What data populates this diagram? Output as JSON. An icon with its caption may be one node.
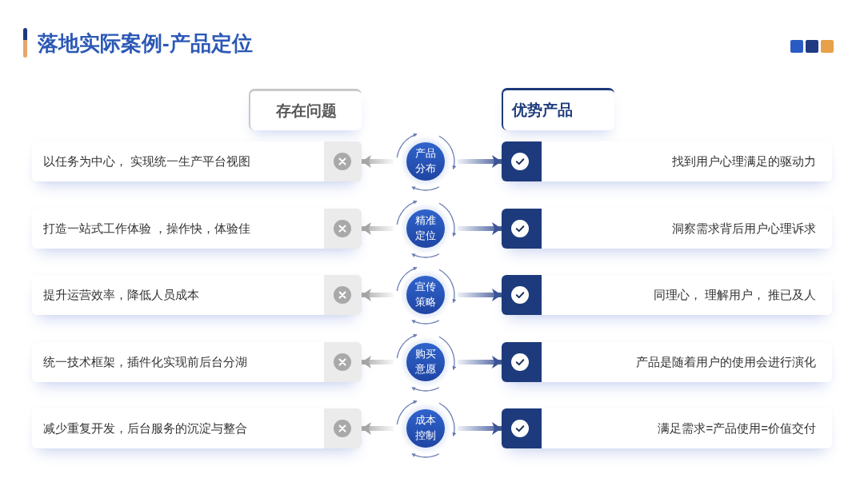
{
  "diagram": {
    "title": "落地实际案例-产品定位",
    "nodes": [
      {
        "text": [
          "存在问题"
        ]
      },
      {
        "text": [
          "优势产品"
        ]
      },
      {
        "text": [
          "以任务为中心， 实现统一生产平台视图"
        ]
      },
      {
        "text": [
          "产品分布"
        ]
      },
      {
        "text": [
          "找到用户心理满足的驱动力"
        ]
      },
      {
        "text": [
          "打造一站式工作体验 ，操作快，体验佳"
        ]
      },
      {
        "text": [
          "精准定位"
        ]
      },
      {
        "text": [
          "洞察需求背后用户心理诉求"
        ]
      },
      {
        "text": [
          "提升运营效率，降低人员成本"
        ]
      },
      {
        "text": [
          "宣传策略"
        ]
      },
      {
        "text": [
          "同理心， 理解用户， 推已及人"
        ]
      },
      {
        "text": [
          "统一技术框架，插件化实现前后台分湖"
        ]
      },
      {
        "text": [
          "购买意愿"
        ]
      },
      {
        "text": [
          "产品是随着用户的使用会进行演化"
        ]
      },
      {
        "text": [
          "减少重复开发，后台服务的沉淀与整合"
        ]
      },
      {
        "text": [
          "成本控制"
        ]
      },
      {
        "text": [
          "满足需求=产品使用=价值交付"
        ]
      }
    ],
    "edges": [
      {
        "from": 3,
        "to": 2,
        "arrow": "to",
        "color": "#a6a6a6"
      },
      {
        "from": 3,
        "to": 4,
        "arrow": "to"
      },
      {
        "from": 6,
        "to": 5,
        "arrow": "to",
        "color": "#a6a6a6"
      },
      {
        "from": 6,
        "to": 7,
        "arrow": "to"
      },
      {
        "from": 9,
        "to": 8,
        "arrow": "to",
        "color": "#a6a6a6"
      },
      {
        "from": 9,
        "to": 10,
        "arrow": "to"
      },
      {
        "from": 12,
        "to": 11,
        "arrow": "to",
        "color": "#a6a6a6"
      },
      {
        "from": 12,
        "to": 13,
        "arrow": "to"
      },
      {
        "from": 15,
        "to": 14,
        "arrow": "to",
        "color": "#a6a6a6"
      },
      {
        "from": 15,
        "to": 16,
        "arrow": "to"
      }
    ]
  }
}
